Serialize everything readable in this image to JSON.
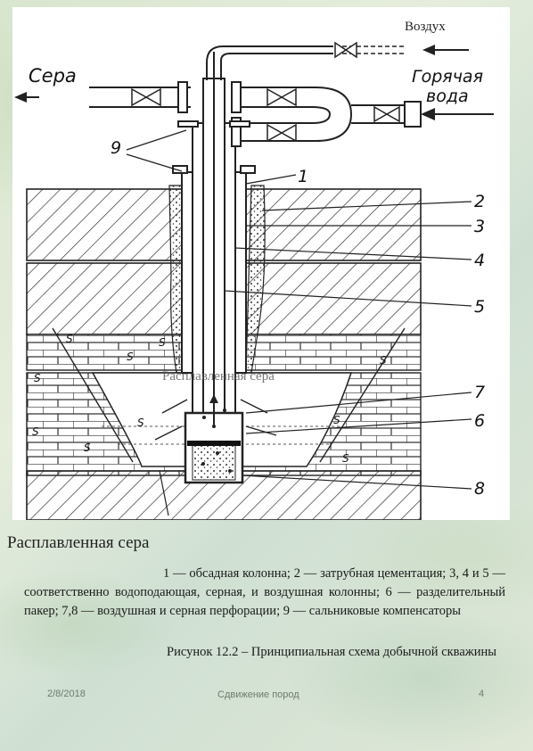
{
  "figure": {
    "label_air": "Воздух",
    "label_sulfur": "Сера",
    "label_hot_water_1": "Горячая",
    "label_hot_water_2": "вода",
    "label_molten_overlay": "Расплавленная сера",
    "callouts": [
      "9",
      "1",
      "2",
      "3",
      "4",
      "5",
      "7",
      "6",
      "8"
    ],
    "rock_mark": "S"
  },
  "caption": {
    "title": "Расплавленная сера",
    "legend": "1 — обсадная колонна; 2 — затрубная цементация; 3, 4 и 5 — соответственно водоподающая, серная, и воздушная колонны; 6 — разделительный пакер; 7,8 — воздушная и серная перфорации; 9 — сальниковые компенсаторы",
    "figure_caption": "Рисунок 12.2 – Принципиальная схема добычной скважины"
  },
  "footer": {
    "date": "2/8/2018",
    "center": "Сдвижение пород",
    "page": "4"
  }
}
